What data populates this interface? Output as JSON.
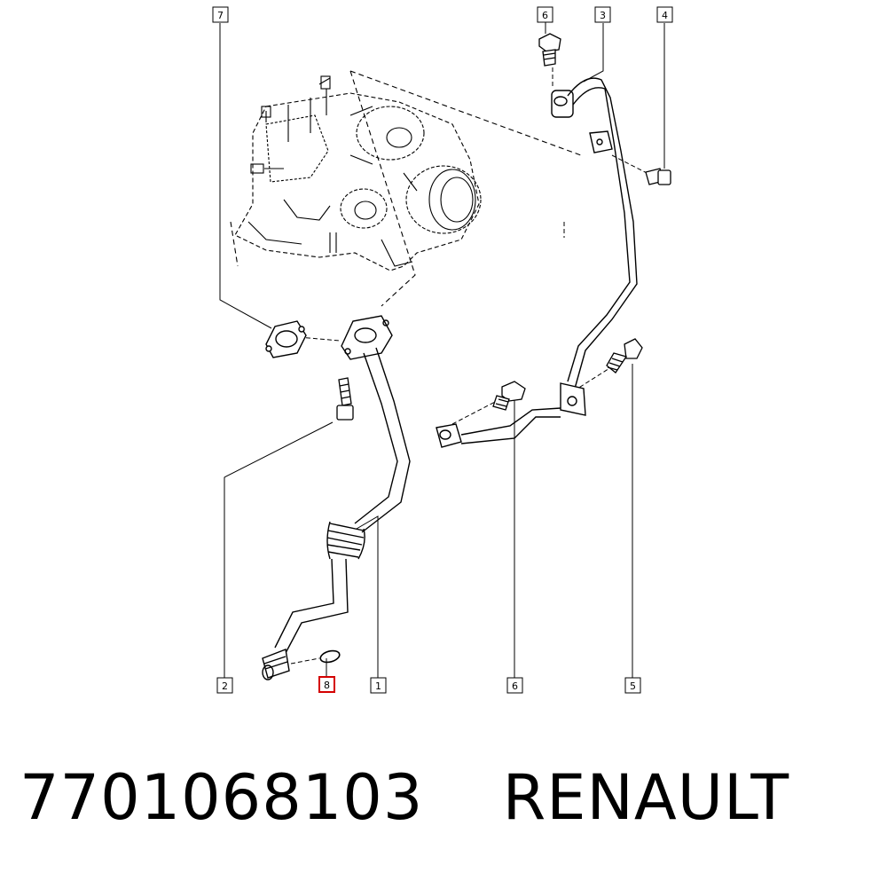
{
  "callouts": {
    "c7": "7",
    "c6_top": "6",
    "c3": "3",
    "c4": "4",
    "c2": "2",
    "c8": "8",
    "c1": "1",
    "c6_bottom": "6",
    "c5": "5"
  },
  "highlight_color": "#d40000",
  "caption": {
    "part_number": "7701068103",
    "brand": "RENAULT"
  }
}
